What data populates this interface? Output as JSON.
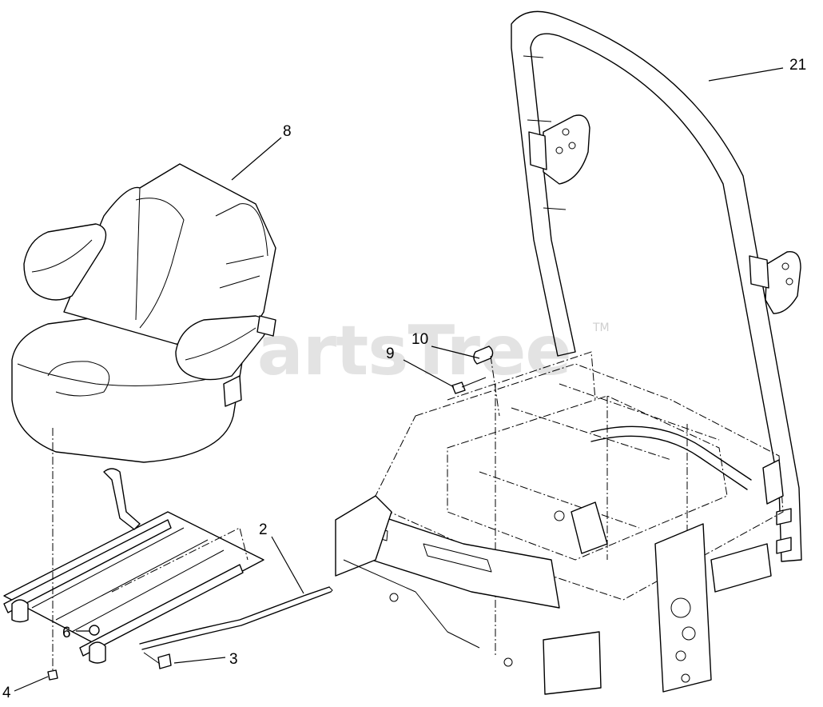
{
  "watermark": {
    "text": "PartsTree",
    "trademark": "TM"
  },
  "callouts": [
    {
      "id": "callout-21",
      "label": "21"
    },
    {
      "id": "callout-8",
      "label": "8"
    },
    {
      "id": "callout-10",
      "label": "10"
    },
    {
      "id": "callout-9",
      "label": "9"
    },
    {
      "id": "callout-2",
      "label": "2"
    },
    {
      "id": "callout-6",
      "label": "6"
    },
    {
      "id": "callout-3",
      "label": "3"
    },
    {
      "id": "callout-4",
      "label": "4"
    }
  ]
}
